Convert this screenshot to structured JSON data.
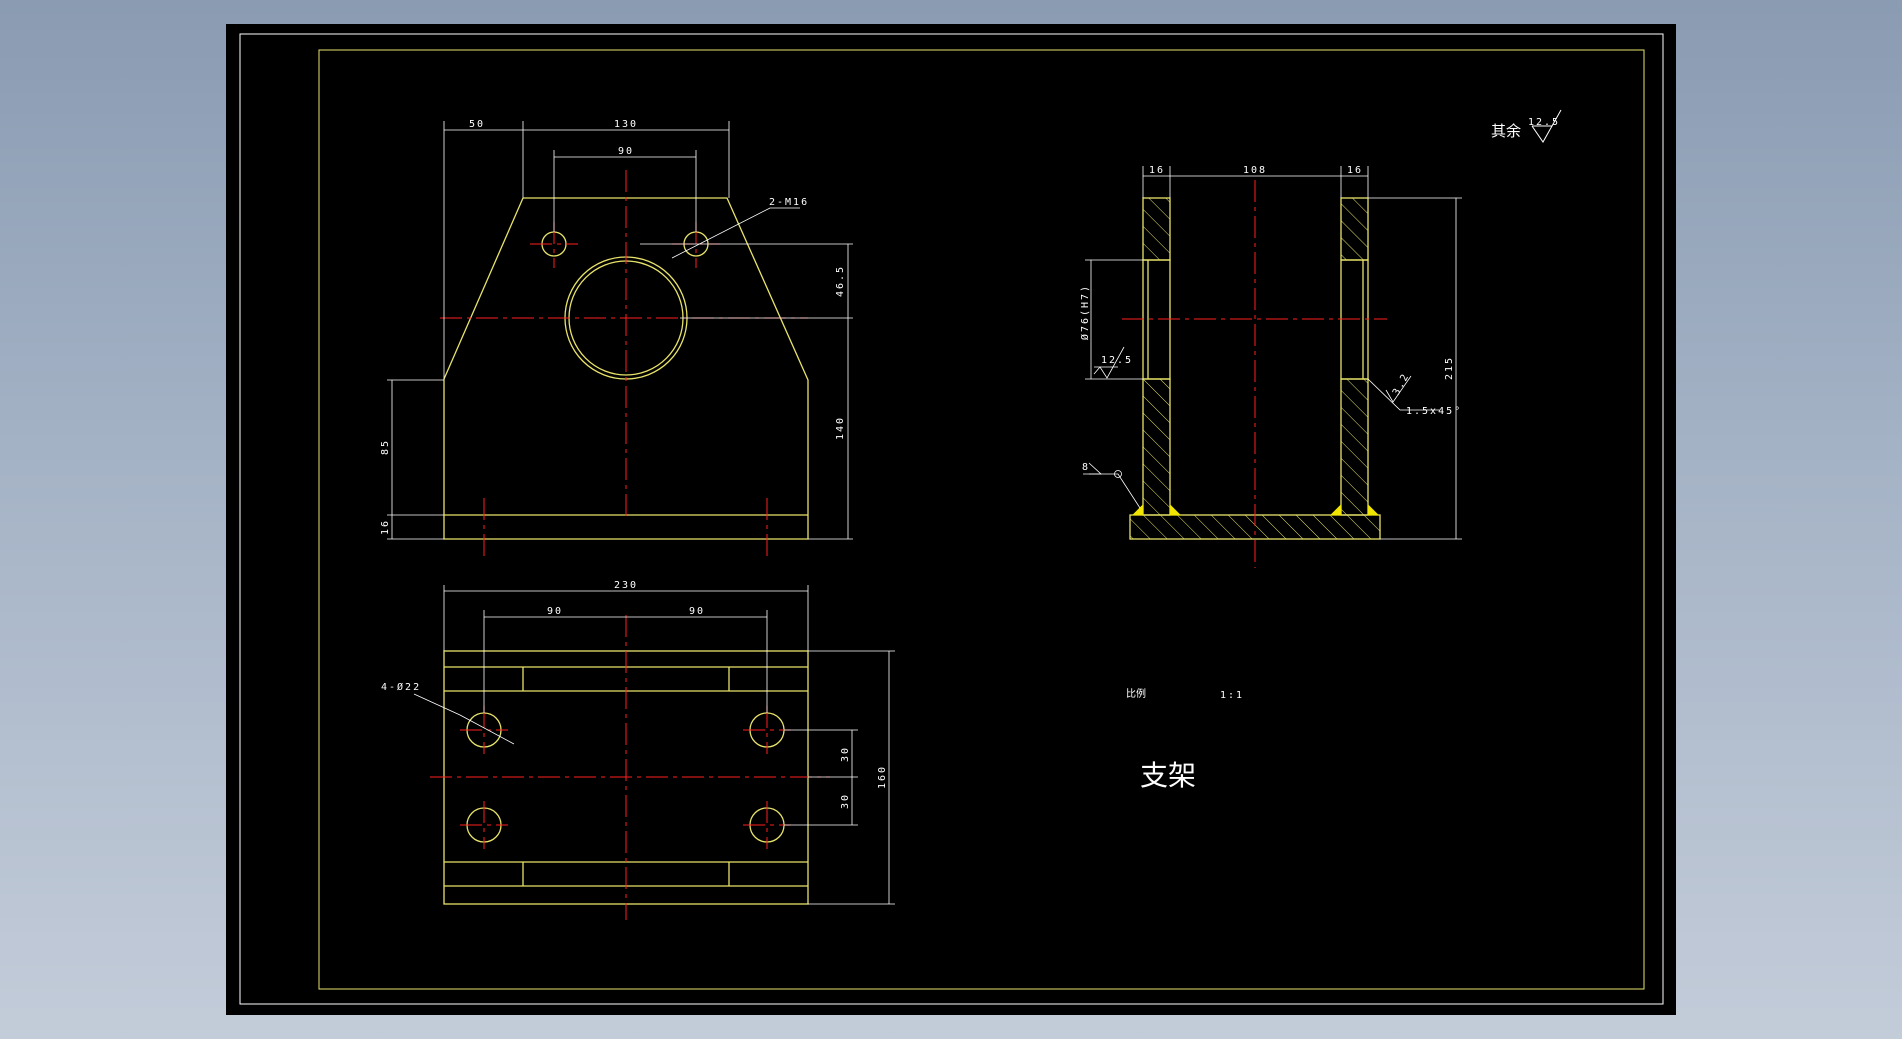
{
  "colors": {
    "background_gradient": [
      "#8a9bb2",
      "#c3ccd9"
    ],
    "sheet": "#000000",
    "outline": "#e8e36a",
    "centerline": "#ff2020",
    "dimension": "#ffffff",
    "weld_fill": "#f2e600"
  },
  "drawing": {
    "title": "支架",
    "scale_label": "比例",
    "scale_value": "1:1",
    "surface_note": {
      "label": "其余",
      "roughness": "12.5"
    }
  },
  "front_view": {
    "dims": {
      "d_50": "50",
      "d_130": "130",
      "d_90": "90",
      "hole_callout": "2-M16",
      "d_46_5": "46.5",
      "d_140": "140",
      "d_85": "85",
      "d_16": "16"
    }
  },
  "top_view": {
    "dims": {
      "d_230": "230",
      "d_90_left": "90",
      "d_90_right": "90",
      "hole_callout": "4-Ø22",
      "d_30_top": "30",
      "d_30_bottom": "30",
      "d_160": "160"
    }
  },
  "side_view": {
    "dims": {
      "d_16_left": "16",
      "d_108": "108",
      "d_16_right": "16",
      "bore": "Ø76(H7)",
      "bore_roughness": "12.5",
      "d_215": "215",
      "weld_size": "8",
      "chamfer_roughness": "3.2",
      "chamfer": "1.5x45°"
    }
  }
}
